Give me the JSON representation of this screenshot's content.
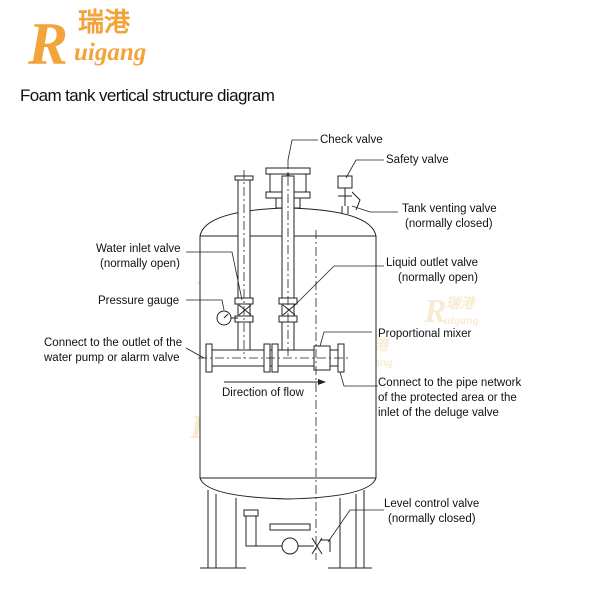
{
  "brand": {
    "chinese_name": "瑞港",
    "latin_name": "Ruigang",
    "color": "#f2a33a"
  },
  "title": "Foam tank vertical structure diagram",
  "labels": {
    "check_valve": "Check valve",
    "safety_valve": "Safety valve",
    "tank_venting_valve": [
      "Tank venting valve",
      "(normally closed)"
    ],
    "water_inlet_valve": [
      "Water inlet valve",
      "(normally open)"
    ],
    "liquid_outlet_valve": [
      "Liquid outlet valve",
      "(normally open)"
    ],
    "pressure_gauge": "Pressure gauge",
    "proportional_mixer": "Proportional mixer",
    "pump_outlet": [
      "Connect to the outlet of the",
      "water pump or alarm valve"
    ],
    "direction_of_flow": "Direction of flow",
    "pipe_network": [
      "Connect to the pipe network",
      "of the protected area or the",
      "inlet of the deluge valve"
    ],
    "level_control_valve": [
      "Level control valve",
      "(normally closed)"
    ]
  },
  "watermark": {
    "chinese": "瑞港",
    "latin": "Ruigang",
    "color": "#f0d8a8"
  }
}
